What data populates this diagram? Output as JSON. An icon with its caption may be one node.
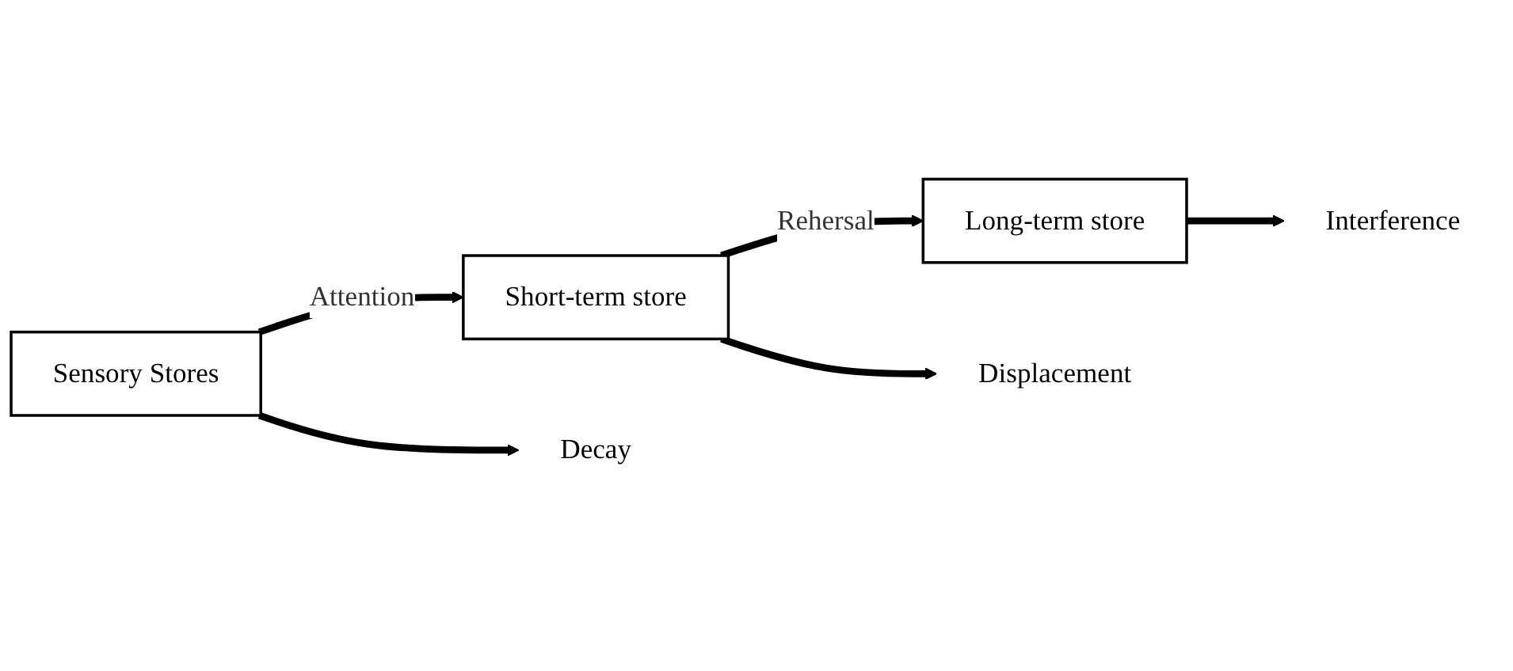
{
  "diagram": {
    "nodes": [
      {
        "text": [
          "Sensory Stores"
        ]
      },
      {
        "text": [
          "Short-term store"
        ]
      },
      {
        "text": [
          "Long-term store"
        ]
      },
      {
        "text": [
          "Decay"
        ]
      },
      {
        "text": [
          "Displacement"
        ]
      },
      {
        "text": [
          "Interference"
        ]
      }
    ],
    "edges": [
      {
        "from": 0,
        "to": 1,
        "arrow": "to",
        "label": "Attention"
      },
      {
        "from": 1,
        "to": 2,
        "arrow": "to",
        "label": "Rehersal"
      },
      {
        "from": 0,
        "to": 3,
        "arrow": "to"
      },
      {
        "from": 1,
        "to": 4,
        "arrow": "to"
      },
      {
        "from": 2,
        "to": 5,
        "arrow": "to"
      }
    ]
  }
}
